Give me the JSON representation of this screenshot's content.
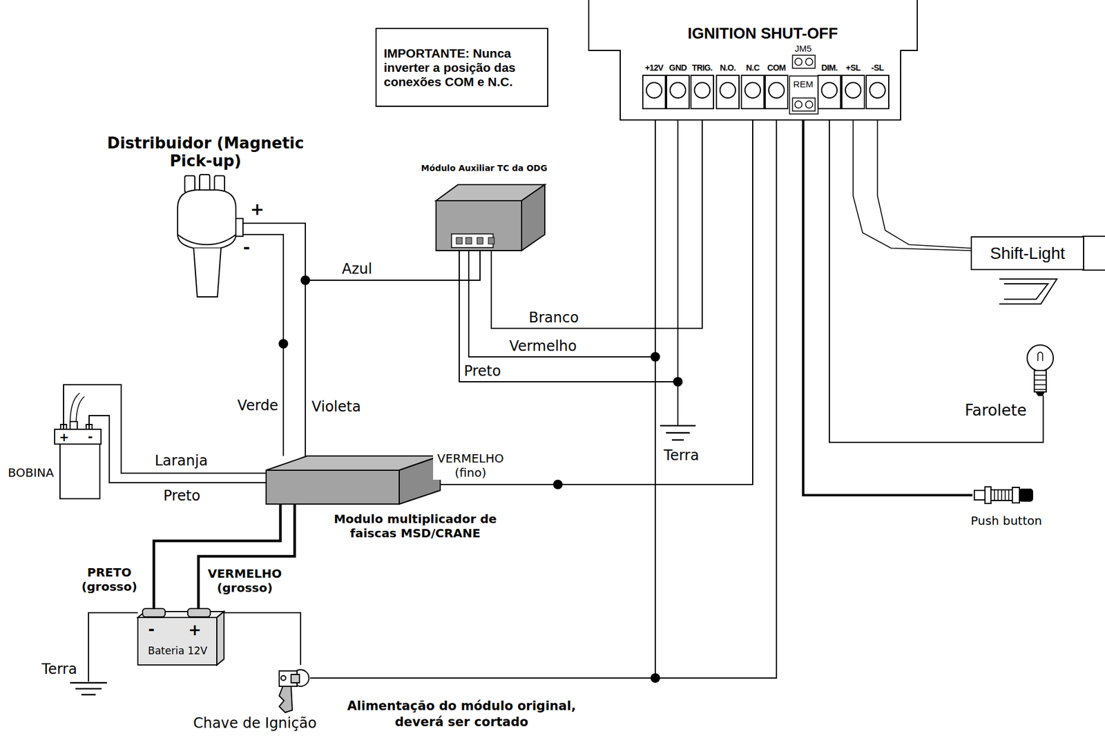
{
  "diagram": {
    "nodes": [
      {
        "text": [
          "IGNITION SHUT-OFF"
        ]
      },
      {
        "text": [
          "IMPORTANTE: Nunca inverter a posição das conexões COM e N.C."
        ]
      },
      {
        "text": [
          "Distribuidor (Magnetic Pick-up)"
        ]
      },
      {
        "text": [
          "Módulo Auxiliar TC da ODG"
        ]
      },
      {
        "text": [
          "Shift-Light"
        ]
      },
      {
        "text": [
          "Farolete"
        ]
      },
      {
        "text": [
          "BOBINA"
        ]
      },
      {
        "text": [
          "Modulo multiplicador de faiscas MSD/CRANE"
        ]
      },
      {
        "text": [
          "Push button"
        ]
      },
      {
        "text": [
          "Bateria 12V"
        ]
      },
      {
        "text": [
          "Chave de Ignição"
        ]
      }
    ],
    "edges": [
      {
        "from": 7,
        "to": 2,
        "arrow": "none",
        "label": "Verde"
      },
      {
        "from": 7,
        "to": 2,
        "arrow": "none",
        "label": "Violeta"
      },
      {
        "from": 3,
        "to": 2,
        "arrow": "none",
        "label": "Azul"
      },
      {
        "from": 3,
        "to": 0,
        "arrow": "none",
        "label": "Branco"
      },
      {
        "from": 3,
        "to": 0,
        "arrow": "none",
        "label": "Vermelho"
      },
      {
        "from": 3,
        "to": 0,
        "arrow": "none",
        "label": "Preto"
      },
      {
        "from": 7,
        "to": 6,
        "arrow": "none",
        "label": "Laranja"
      },
      {
        "from": 7,
        "to": 6,
        "arrow": "none",
        "label": "Preto"
      },
      {
        "from": 7,
        "to": 0,
        "arrow": "none",
        "label": "VERMELHO (fino)"
      },
      {
        "from": 7,
        "to": 9,
        "arrow": "none",
        "label": "PRETO (grosso)"
      },
      {
        "from": 7,
        "to": 9,
        "arrow": "none",
        "label": "VERMELHO (grosso)"
      },
      {
        "from": 0,
        "to": 4,
        "arrow": "none"
      },
      {
        "from": 0,
        "to": 4,
        "arrow": "none"
      },
      {
        "from": 0,
        "to": 5,
        "arrow": "none"
      },
      {
        "from": 0,
        "to": 8,
        "arrow": "none"
      },
      {
        "from": 9,
        "to": 10,
        "arrow": "none"
      },
      {
        "from": 10,
        "to": 0,
        "arrow": "none"
      }
    ],
    "labels": [
      "+12V",
      "GND",
      "TRIG.",
      "N.O.",
      "N.C",
      "COM",
      "JM5",
      "REM",
      "DIM.",
      "+SL",
      "-SL",
      "+",
      "-",
      "+",
      "-",
      "-",
      "+",
      "Terra",
      "Terra",
      "Alimentação do módulo original, deverá ser cortado"
    ]
  }
}
